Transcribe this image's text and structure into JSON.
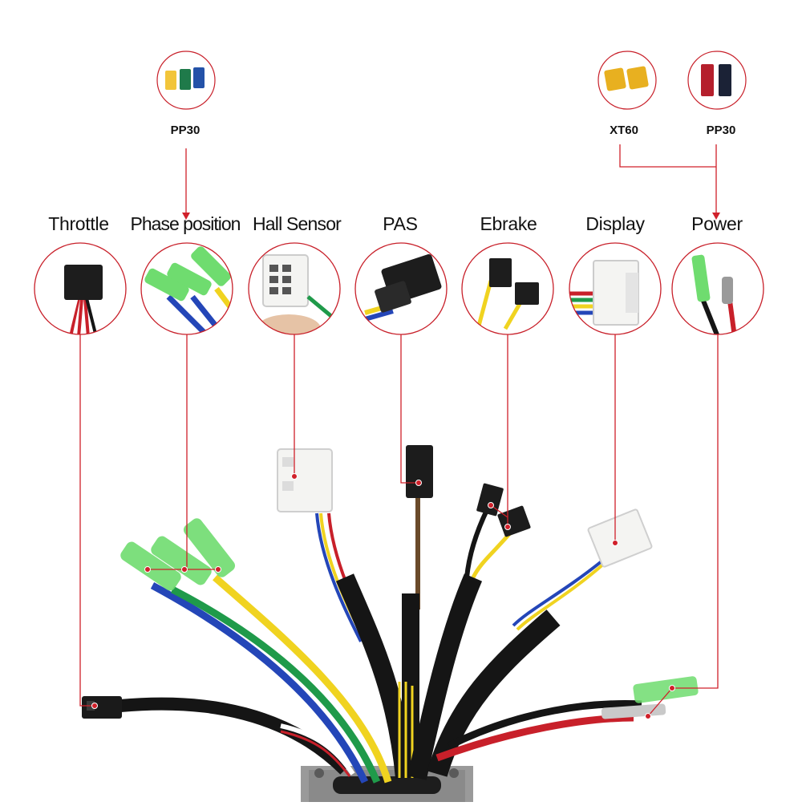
{
  "labels": {
    "throttle": "Throttle",
    "phase_position": "Phase position",
    "hall_sensor": "Hall Sensor",
    "pas": "PAS",
    "ebrake": "Ebrake",
    "display": "Display",
    "power": "Power"
  },
  "top_connectors": {
    "phase_pp30": "PP30",
    "xt60": "XT60",
    "power_pp30": "PP30"
  },
  "colors": {
    "leader_line": "#d0202a",
    "circle_border": "#c8202a",
    "connector_green": "#6fdc6f",
    "wire_yellow": "#f0d320",
    "wire_green": "#1f9a4a",
    "wire_blue": "#2446b8",
    "wire_red": "#c8202a",
    "sheath_black": "#151515",
    "plug_white": "#f4f4f2"
  }
}
